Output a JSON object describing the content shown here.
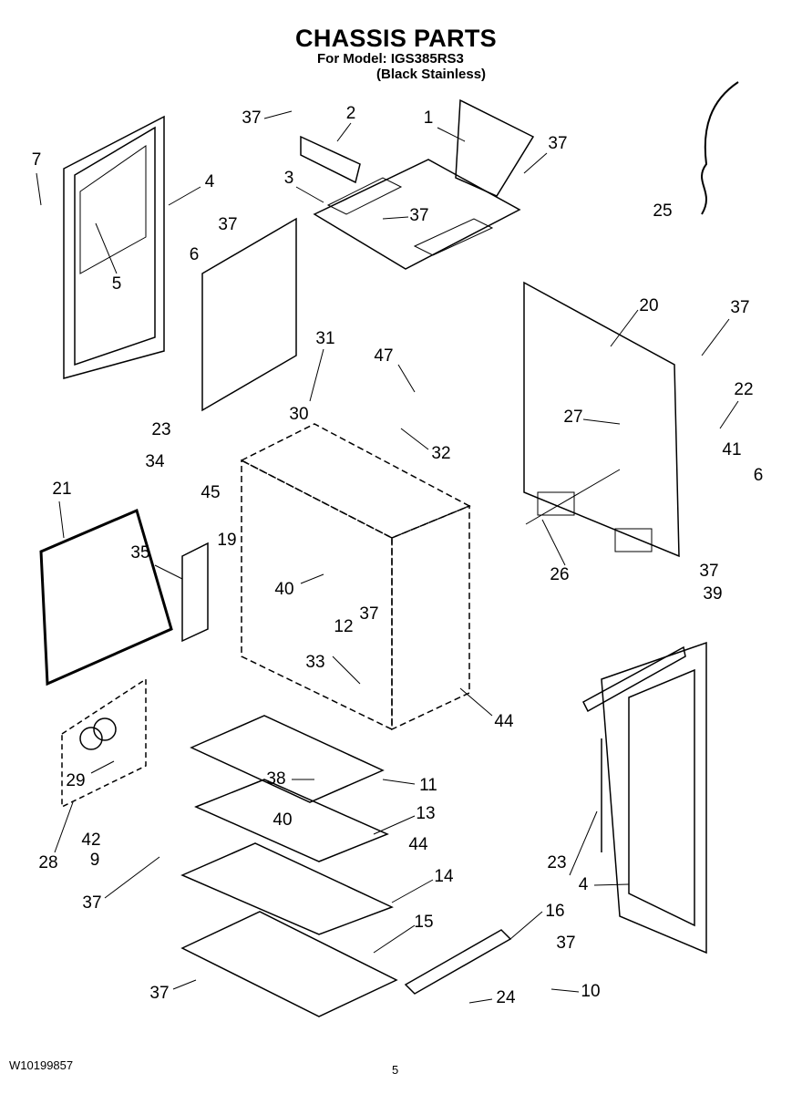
{
  "header": {
    "title": "CHASSIS PARTS",
    "model_line": "For Model: IGS385RS3",
    "finish_line": "(Black Stainless)"
  },
  "callouts": [
    "37",
    "2",
    "1",
    "37",
    "7",
    "4",
    "3",
    "37",
    "37",
    "25",
    "6",
    "5",
    "20",
    "37",
    "31",
    "47",
    "22",
    "27",
    "30",
    "23",
    "32",
    "34",
    "41",
    "6",
    "21",
    "45",
    "19",
    "35",
    "26",
    "40",
    "37",
    "39",
    "37",
    "12",
    "33",
    "44",
    "29",
    "38",
    "11",
    "13",
    "40",
    "42",
    "44",
    "23",
    "28",
    "9",
    "14",
    "37",
    "4",
    "16",
    "15",
    "37",
    "37",
    "24",
    "10"
  ],
  "footer": {
    "doc_number": "W10199857",
    "page_number": "5"
  }
}
